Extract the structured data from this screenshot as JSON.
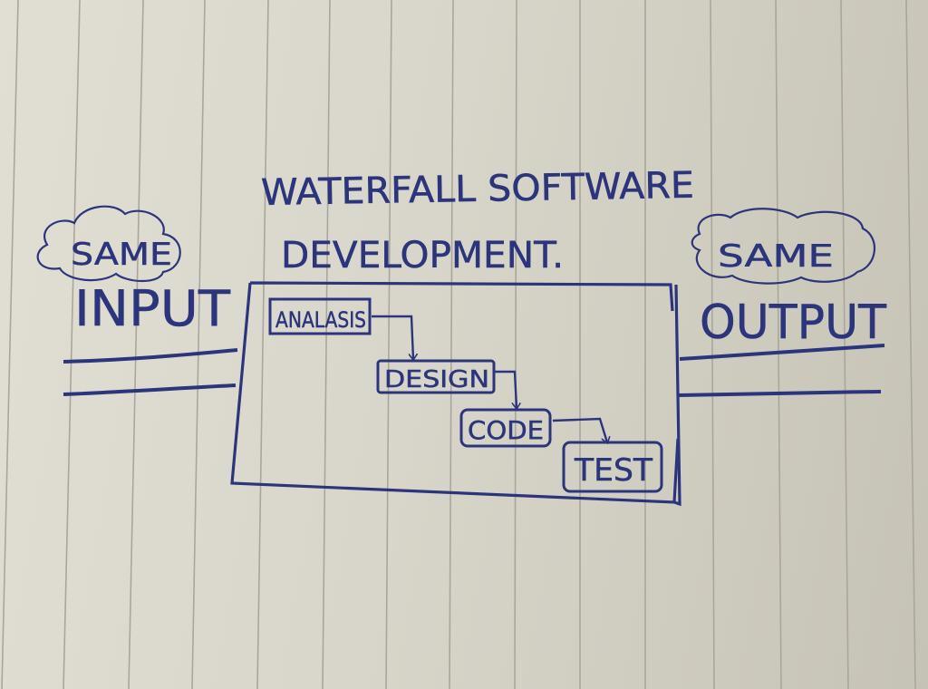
{
  "title": {
    "line1": "WATERFALL SOFTWARE",
    "line2": "DEVELOPMENT."
  },
  "input": {
    "cloud_label": "SAME",
    "label": "INPUT"
  },
  "output": {
    "cloud_label": "SAME",
    "label": "OUTPUT"
  },
  "stages": [
    "ANALASIS",
    "DESIGN",
    "CODE",
    "TEST"
  ],
  "colors": {
    "ink": "#2c357c",
    "paper": "#dcdad0",
    "rule": "#a9a59a"
  }
}
